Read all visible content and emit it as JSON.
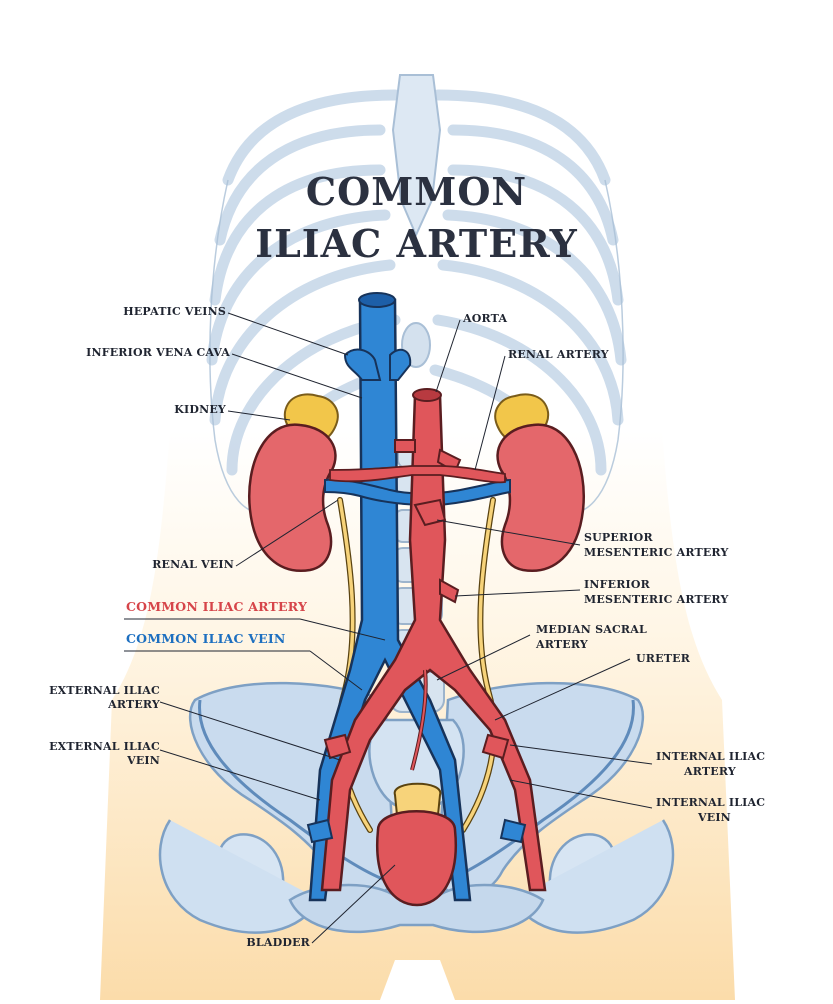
{
  "title_line1": "COMMON",
  "title_line2": "ILIAC ARTERY",
  "labels": {
    "hepatic_veins": "HEPATIC VEINS",
    "inferior_vena_cava": "INFERIOR VENA CAVA",
    "kidney": "KIDNEY",
    "renal_vein": "RENAL VEIN",
    "common_iliac_artery": "COMMON ILIAC ARTERY",
    "common_iliac_vein": "COMMON ILIAC VEIN",
    "external_iliac_artery_1": "EXTERNAL ILIAC",
    "external_iliac_artery_2": "ARTERY",
    "external_iliac_vein_1": "EXTERNAL ILIAC",
    "external_iliac_vein_2": "VEIN",
    "bladder": "BLADDER",
    "aorta": "AORTA",
    "renal_artery": "RENAL ARTERY",
    "superior_mesenteric_1": "SUPERIOR",
    "superior_mesenteric_2": "MESENTERIC ARTERY",
    "inferior_mesenteric_1": "INFERIOR",
    "inferior_mesenteric_2": "MESENTERIC ARTERY",
    "median_sacral_1": "MEDIAN SACRAL",
    "median_sacral_2": "ARTERY",
    "ureter": "URETER",
    "internal_iliac_artery_1": "INTERNAL ILIAC",
    "internal_iliac_artery_2": "ARTERY",
    "internal_iliac_vein_1": "INTERNAL ILIAC",
    "internal_iliac_vein_2": "VEIN"
  },
  "stock_id": "688023747",
  "colors": {
    "artery": "#e0565b",
    "artery_dark": "#b83a40",
    "vein": "#2f86d4",
    "vein_dark": "#1d5fa8",
    "bone": "#dfe9f4",
    "bone_line": "#9db4cc",
    "kidney": "#e4676b",
    "adrenal": "#f2c64a",
    "ureter": "#f7d37a",
    "skin": "#fce3b8",
    "artery_label": "#d6454a",
    "vein_label": "#1d6fc0"
  }
}
